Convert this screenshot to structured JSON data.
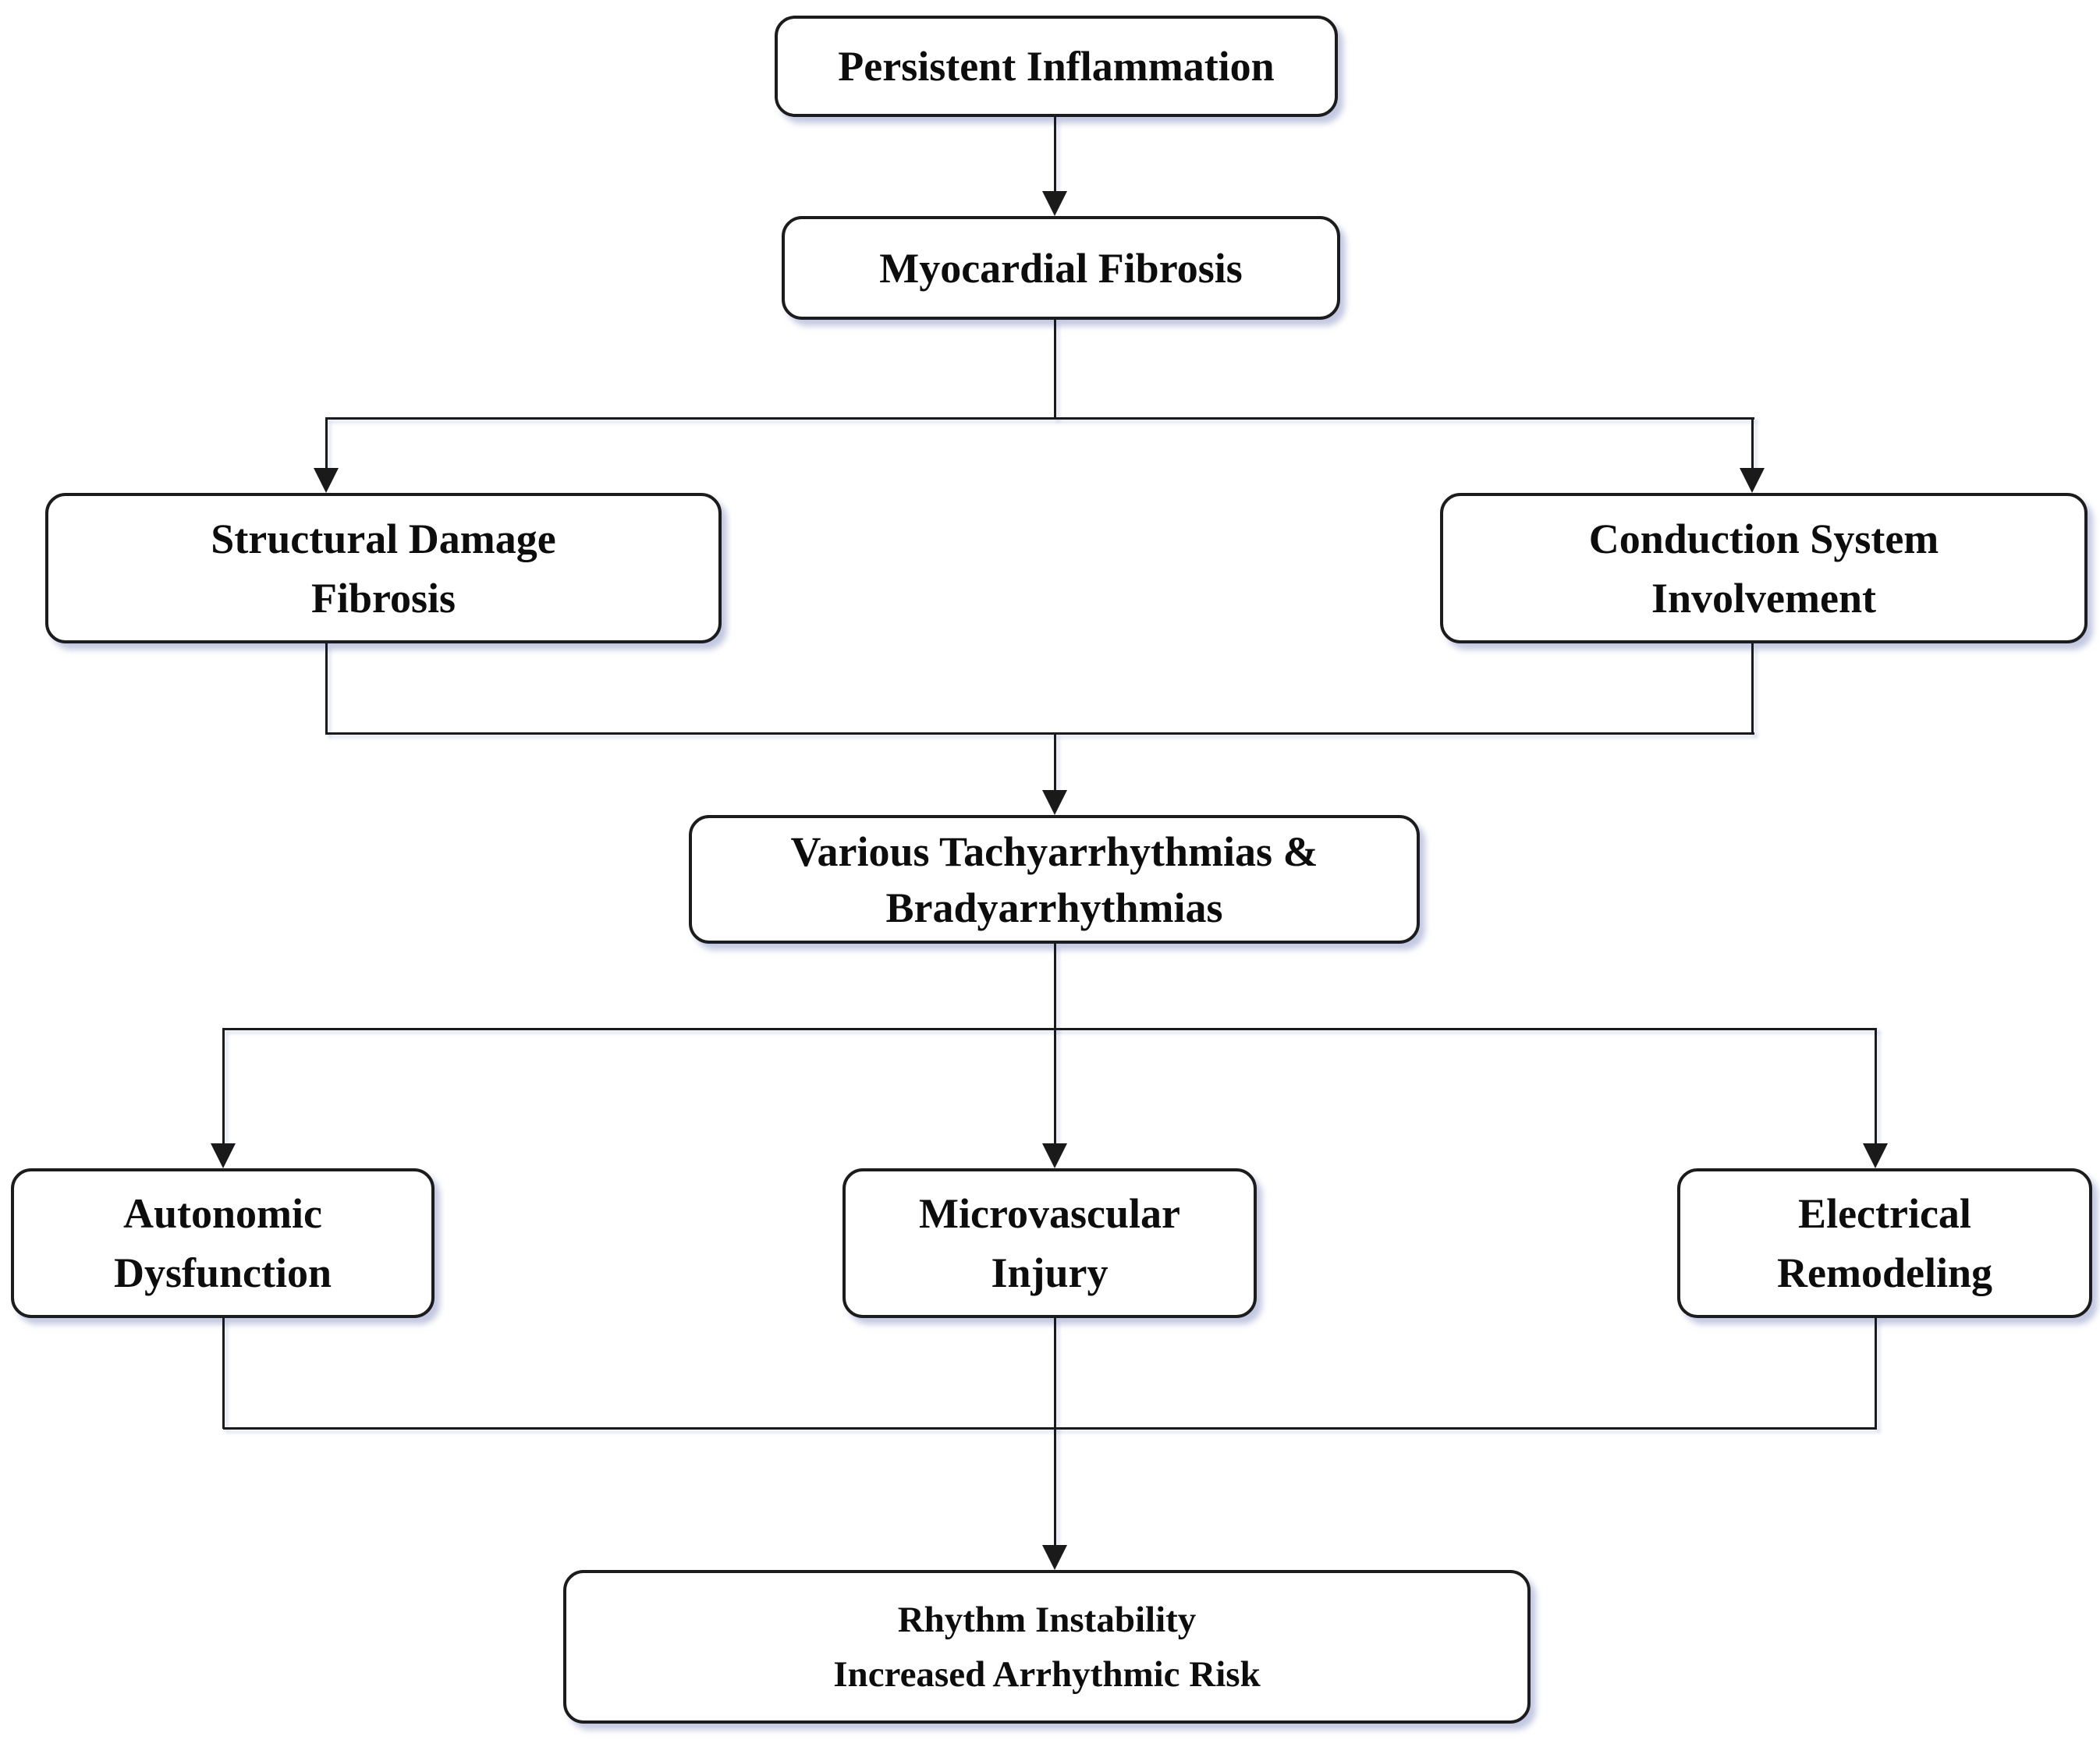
{
  "diagram": {
    "type": "flowchart",
    "colors": {
      "background": "#ffffff",
      "node_fill": "#ffffff",
      "node_border": "#1c1c1c",
      "connector": "#1a1a1a",
      "shadow": "#9ba3cd",
      "text": "#0d0d0d"
    },
    "nodes": {
      "persistent": {
        "label": "Persistent Inflammation"
      },
      "myocardial": {
        "label": "Myocardial Fibrosis"
      },
      "structural": {
        "line1": "Structural Damage",
        "line2": "Fibrosis"
      },
      "conduction": {
        "line1": "Conduction System",
        "line2": "Involvement"
      },
      "various": {
        "line1": "Various Tachyarrhythmias &",
        "line2": "Bradyarrhythmias"
      },
      "autonomic": {
        "line1": "Autonomic",
        "line2": "Dysfunction"
      },
      "microvascular": {
        "line1": "Microvascular",
        "line2": "Injury"
      },
      "electrical": {
        "line1": "Electrical",
        "line2": "Remodeling"
      },
      "rhythm": {
        "line1": "Rhythm Instability",
        "line2": "Increased Arrhythmic Risk"
      }
    },
    "edges": [
      {
        "from": "persistent",
        "to": "myocardial",
        "arrow": true
      },
      {
        "from": "myocardial",
        "to": "structural",
        "arrow": true
      },
      {
        "from": "myocardial",
        "to": "conduction",
        "arrow": true
      },
      {
        "from": "structural",
        "to": "various",
        "arrow": true
      },
      {
        "from": "conduction",
        "to": "various",
        "arrow": true
      },
      {
        "from": "various",
        "to": "autonomic",
        "arrow": true
      },
      {
        "from": "various",
        "to": "microvascular",
        "arrow": true
      },
      {
        "from": "various",
        "to": "electrical",
        "arrow": true
      },
      {
        "from": "autonomic",
        "to": "rhythm",
        "arrow": true
      },
      {
        "from": "microvascular",
        "to": "rhythm",
        "arrow": true
      },
      {
        "from": "electrical",
        "to": "rhythm",
        "arrow": true
      }
    ]
  }
}
